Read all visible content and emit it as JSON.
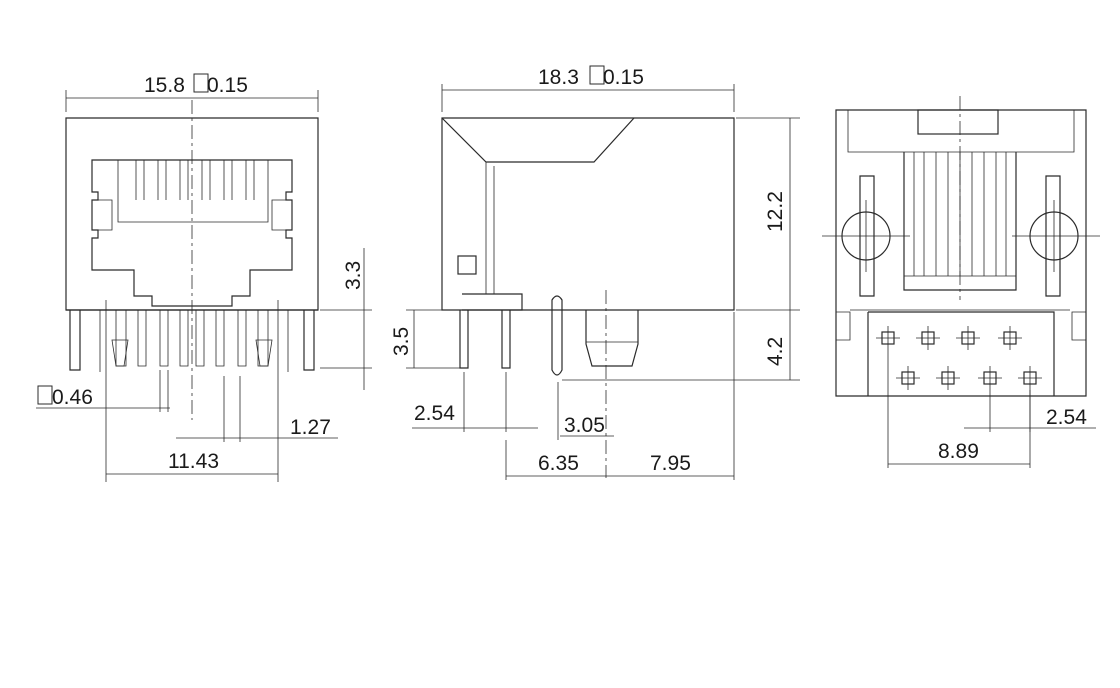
{
  "front_view": {
    "width_dim": "15.8",
    "width_tol": "0.15",
    "height_dim": "3.3",
    "pin_dia": "0.46",
    "pitch": "1.27",
    "span": "11.43"
  },
  "side_view": {
    "length_dim": "18.3",
    "length_tol": "0.15",
    "height_dim": "12.2",
    "pin_len": "3.5",
    "peg_len": "4.2",
    "row_pitch": "2.54",
    "peg_dia": "3.05",
    "offset_a": "6.35",
    "offset_b": "7.95"
  },
  "bottom_view": {
    "pin_pitch": "2.54",
    "row_span": "8.89"
  },
  "colors": {
    "line": "#2b2b2b",
    "text": "#1a1a1a",
    "background": "#ffffff"
  }
}
